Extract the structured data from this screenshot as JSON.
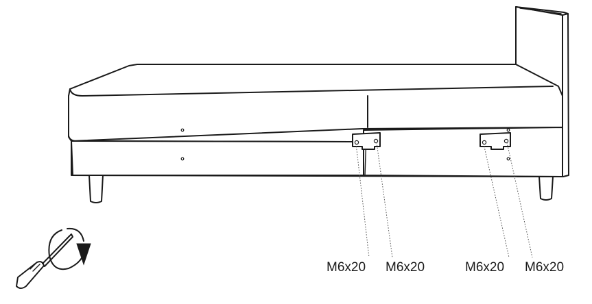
{
  "figure": {
    "screw_labels": [
      {
        "text": "M6x20"
      },
      {
        "text": "M6x20"
      },
      {
        "text": "M6x20"
      },
      {
        "text": "M6x20"
      }
    ],
    "icons": {
      "tool": "screwdriver-icon",
      "rotation": "clockwise-arrow-icon"
    }
  }
}
